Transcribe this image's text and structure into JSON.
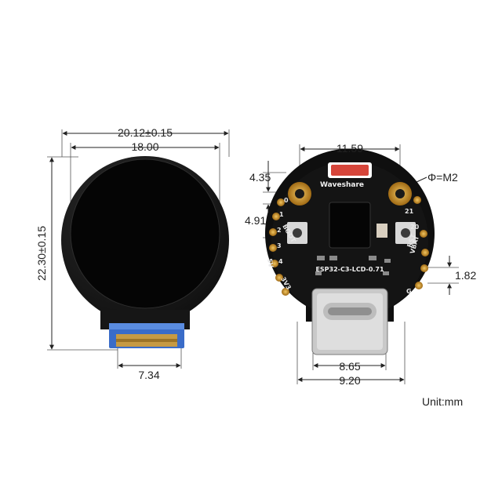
{
  "dimensions": {
    "front_width_tol": "20.12±0.15",
    "front_width": "18.00",
    "front_height_tol": "22.30±0.15",
    "connector_width": "7.34",
    "back_hole_spacing": "11.59",
    "back_hole_offset": "4.35",
    "back_hole_dia": "Φ=M2",
    "back_button_offset": "4.91",
    "back_side_offset": "1.82",
    "usb_inner": "8.65",
    "usb_outer": "9.20"
  },
  "unit_label": "Unit:mm",
  "board": {
    "brand": "Waveshare",
    "model": "ESP32-C3-LCD-0.71",
    "button_left": "BOOT",
    "button_right": "RST",
    "pins_left": [
      "0",
      "1",
      "2",
      "3",
      "4",
      "5V",
      "3V3"
    ],
    "pins_right": [
      "21",
      "20",
      "VBAT",
      "G"
    ]
  },
  "colors": {
    "display": "#1b1b1b",
    "pcb": "#111111",
    "gold": "#c8902c",
    "fpc": "#3a6cc8",
    "ink": "#222222"
  }
}
